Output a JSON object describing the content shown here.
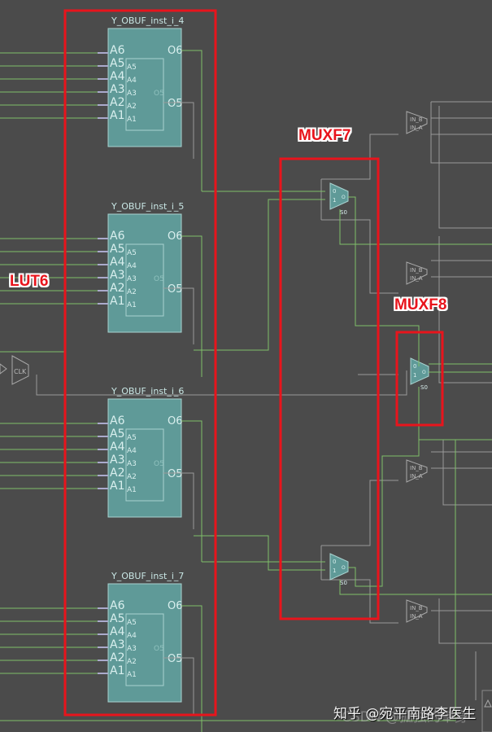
{
  "luts": [
    {
      "name": "Y_OBUF_inst_i_4"
    },
    {
      "name": "Y_OBUF_inst_i_5"
    },
    {
      "name": "Y_OBUF_inst_i_6"
    },
    {
      "name": "Y_OBUF_inst_i_7"
    }
  ],
  "lut_pins": {
    "outer_inputs": [
      "A6",
      "A5",
      "A4",
      "A3",
      "A2",
      "A1"
    ],
    "inner_inputs": [
      "A5",
      "A4",
      "A3",
      "A2",
      "A1"
    ],
    "outputs": [
      "O6",
      "O5"
    ],
    "inner_output": "O5"
  },
  "mux_pins": {
    "in0": "0",
    "in1": "1",
    "out": "O",
    "sel": "S0"
  },
  "buffer_pins": {
    "a": "IN_B",
    "b": "IN_A"
  },
  "clock_cell": {
    "label": "CLK"
  },
  "annotations": {
    "lut": "LUT6",
    "muxf7": "MUXF7",
    "muxf8": "MUXF8"
  },
  "watermark": {
    "primary": "知乎 @宛平南路李医生",
    "secondary": "CSDN @孤独的单身"
  },
  "colors": {
    "background": "#4b4b4b",
    "cell_fill": "#5f9a98",
    "net_green": "#7fbf6a",
    "net_grey": "#9a9a9a",
    "highlight": "#e8141c"
  }
}
